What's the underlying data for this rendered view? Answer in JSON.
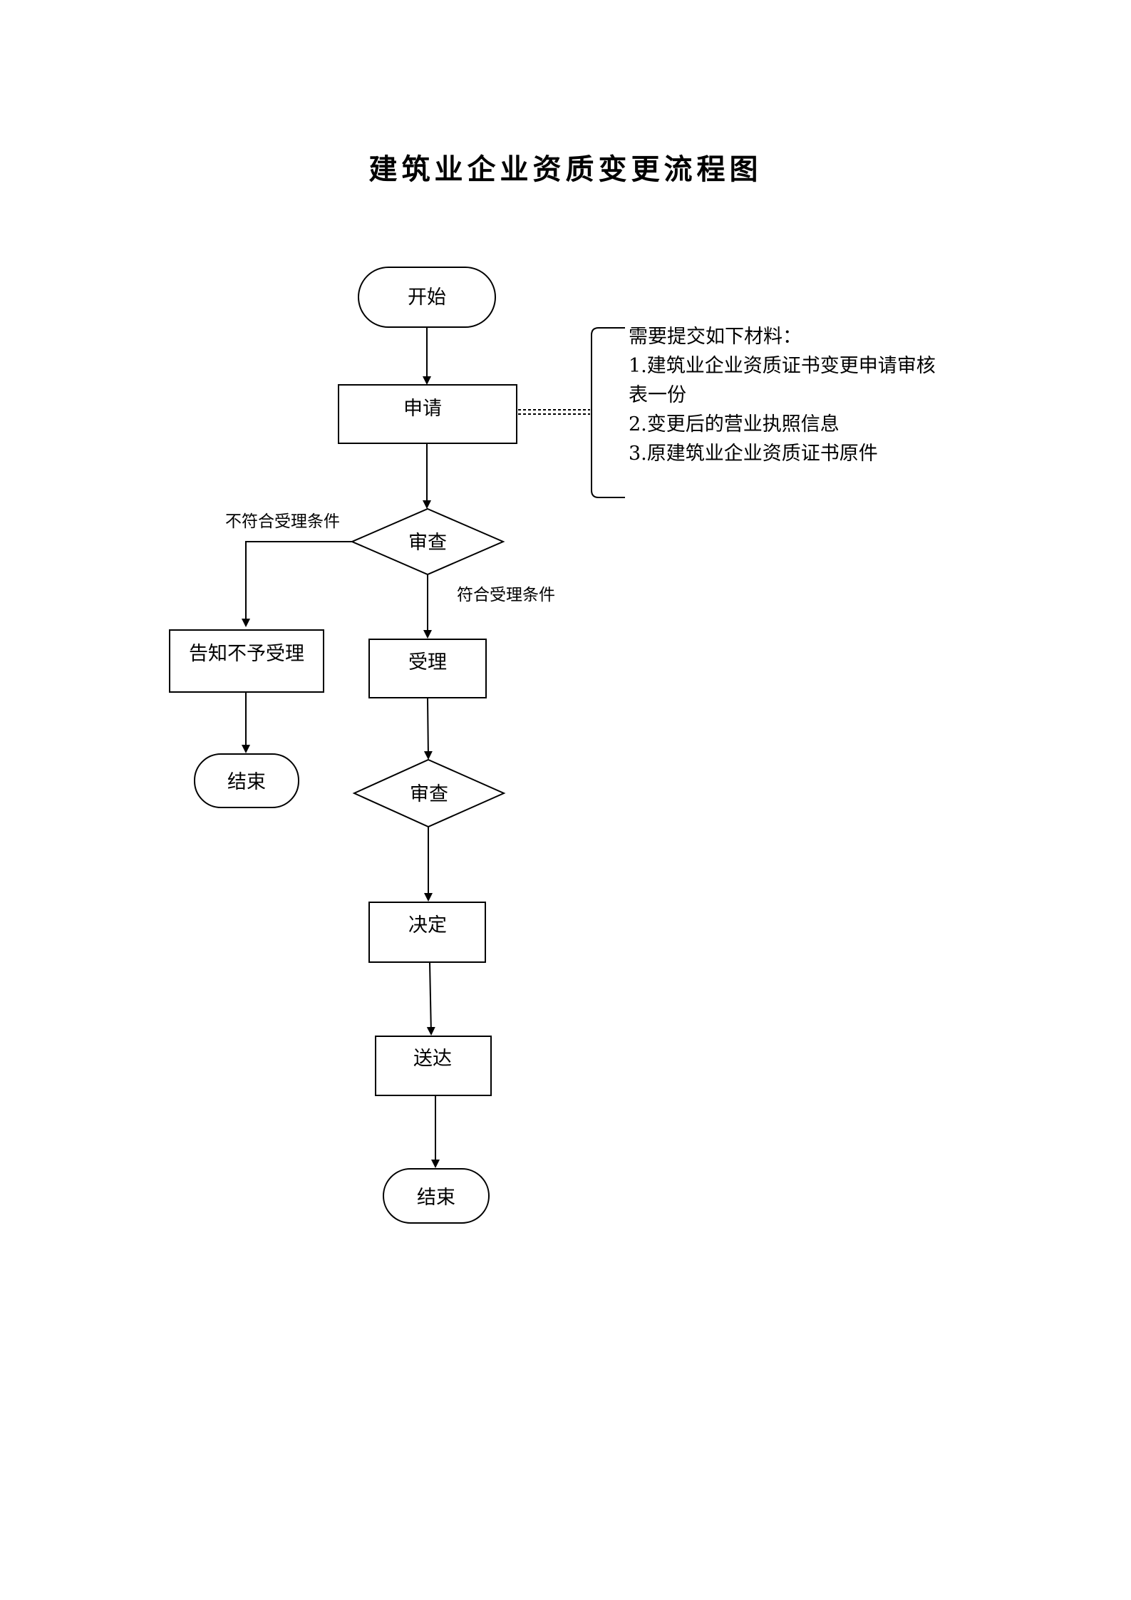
{
  "title": "建筑业企业资质变更流程图",
  "nodes": {
    "start": "开始",
    "apply": "申请",
    "review1": "审查",
    "reject_notice": "告知不予受理",
    "end_reject": "结束",
    "accept": "受理",
    "review2": "审查",
    "decision": "决定",
    "delivery": "送达",
    "end": "结束"
  },
  "edge_labels": {
    "not_meet": "不符合受理条件",
    "meet": "符合受理条件"
  },
  "materials": {
    "heading": "需要提交如下材料：",
    "lines": [
      "1.建筑业企业资质证书变更申请审核",
      "表一份",
      "2.变更后的营业执照信息",
      "3.原建筑业企业资质证书原件"
    ]
  }
}
